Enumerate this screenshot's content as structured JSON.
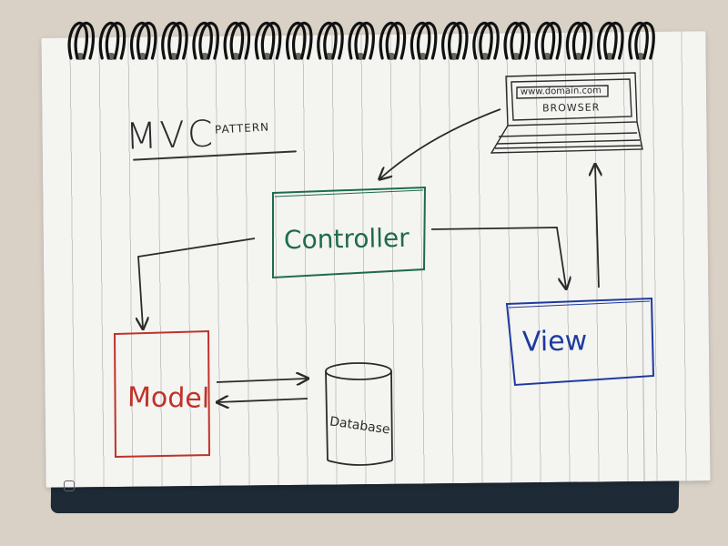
{
  "title": "MVC",
  "subtitle": "PATTERN",
  "nodes": {
    "controller": "Controller",
    "model": "Model",
    "view": "View",
    "database": "Database",
    "browser_url": "www.domain.com",
    "browser_label": "BROWSER"
  },
  "colors": {
    "controller": "#1e6b4f",
    "model": "#c0322a",
    "view": "#1e3aa0",
    "ink": "#2b2b2b"
  }
}
